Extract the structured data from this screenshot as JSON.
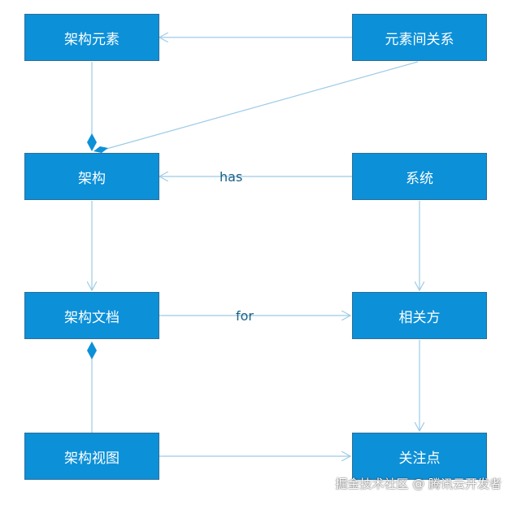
{
  "diagram": {
    "nodes": {
      "arch_element": "架构元素",
      "element_relation": "元素间关系",
      "architecture": "架构",
      "system": "系统",
      "arch_document": "架构文档",
      "stakeholder": "相关方",
      "arch_view": "架构视图",
      "concern": "关注点"
    },
    "edge_labels": {
      "has": "has",
      "for": "for"
    },
    "colors": {
      "node_fill": "#0c90d8",
      "node_border": "#2f6f9a",
      "edge": "#9dcbe6",
      "diamond": "#0c90d8",
      "edge_label": "#1a5f86"
    }
  },
  "watermark": "掘金技术社区 @ 腾讯云开发者"
}
